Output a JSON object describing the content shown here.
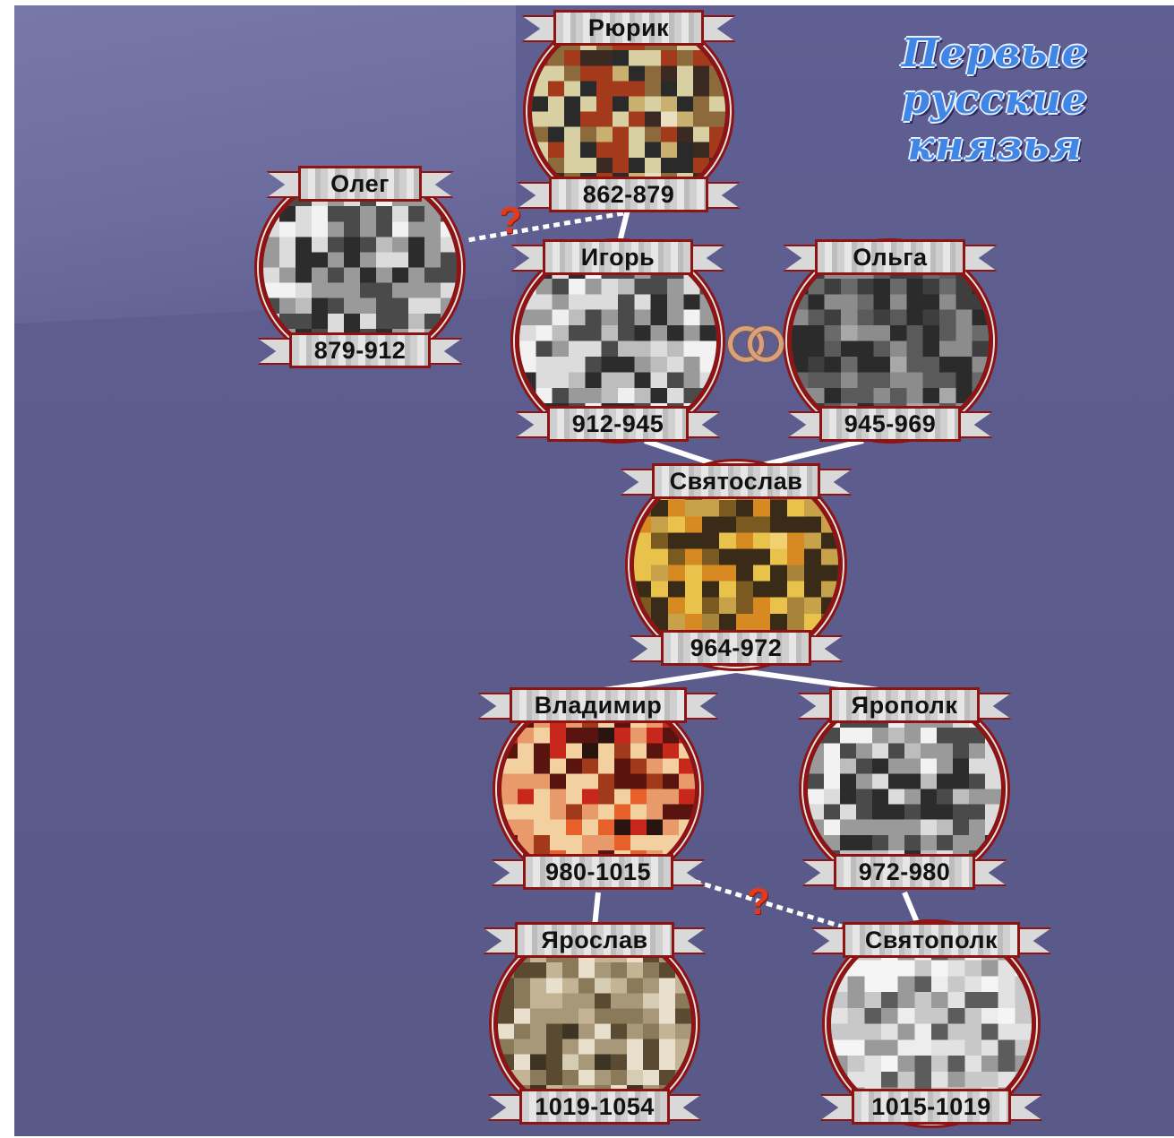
{
  "title": {
    "lines": [
      "Первые",
      "русские",
      "князья"
    ]
  },
  "princes": [
    {
      "id": "rurik",
      "name": "Рюрик",
      "years": "862-879",
      "portrait_tone": "color-warm"
    },
    {
      "id": "oleg",
      "name": "Олег",
      "years": "879-912",
      "portrait_tone": "grayscale"
    },
    {
      "id": "igor",
      "name": "Игорь",
      "years": "912-945",
      "portrait_tone": "grayscale"
    },
    {
      "id": "olga",
      "name": "Ольга",
      "years": "945-969",
      "portrait_tone": "grayscale-dark"
    },
    {
      "id": "svyatoslav",
      "name": "Святослав",
      "years": "964-972",
      "portrait_tone": "color-gold"
    },
    {
      "id": "vladimir",
      "name": "Владимир",
      "years": "980-1015",
      "portrait_tone": "color-red"
    },
    {
      "id": "yaropolk",
      "name": "Ярополк",
      "years": "972-980",
      "portrait_tone": "grayscale"
    },
    {
      "id": "yaroslav",
      "name": "Ярослав",
      "years": "1019-1054",
      "portrait_tone": "color-sepia"
    },
    {
      "id": "svyatopolk",
      "name": "Святополк",
      "years": "1015-1019",
      "portrait_tone": "grayscale-light"
    }
  ],
  "relations": [
    {
      "from": "rurik",
      "to": "igor",
      "type": "parent"
    },
    {
      "from": "rurik",
      "to": "oleg",
      "type": "uncertain"
    },
    {
      "from": "igor",
      "to": "olga",
      "type": "marriage"
    },
    {
      "from": "igor",
      "to": "svyatoslav",
      "type": "parent"
    },
    {
      "from": "olga",
      "to": "svyatoslav",
      "type": "parent"
    },
    {
      "from": "svyatoslav",
      "to": "vladimir",
      "type": "parent"
    },
    {
      "from": "svyatoslav",
      "to": "yaropolk",
      "type": "parent"
    },
    {
      "from": "vladimir",
      "to": "yaroslav",
      "type": "parent"
    },
    {
      "from": "yaropolk",
      "to": "svyatopolk",
      "type": "parent"
    },
    {
      "from": "vladimir",
      "to": "svyatopolk",
      "type": "uncertain"
    }
  ],
  "uncertain_marker": "?",
  "colors": {
    "background": "#5f5f93",
    "frame": "#8e1414",
    "title": "#3f86e6",
    "question": "#e23a1a",
    "link": "#ffffff"
  }
}
